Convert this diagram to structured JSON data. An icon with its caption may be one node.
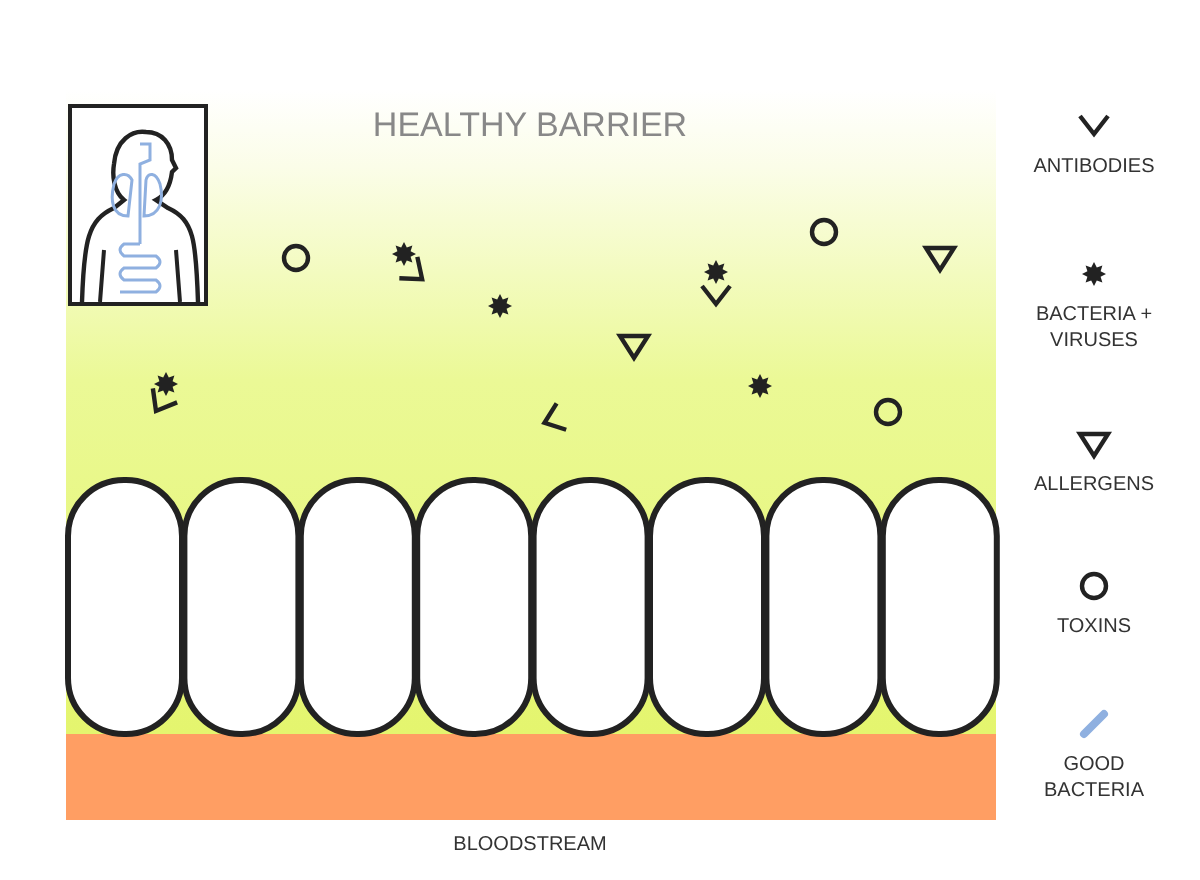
{
  "diagram": {
    "title": "HEALTHY BARRIER",
    "labels": [
      "BLOODSTREAM"
    ],
    "legend": [
      {
        "text": "ANTIBODIES"
      },
      {
        "text": "BACTERIA + VIRUSES"
      },
      {
        "text": "ALLERGENS"
      },
      {
        "text": "TOXINS"
      },
      {
        "text": "GOOD BACTERIA"
      }
    ]
  }
}
